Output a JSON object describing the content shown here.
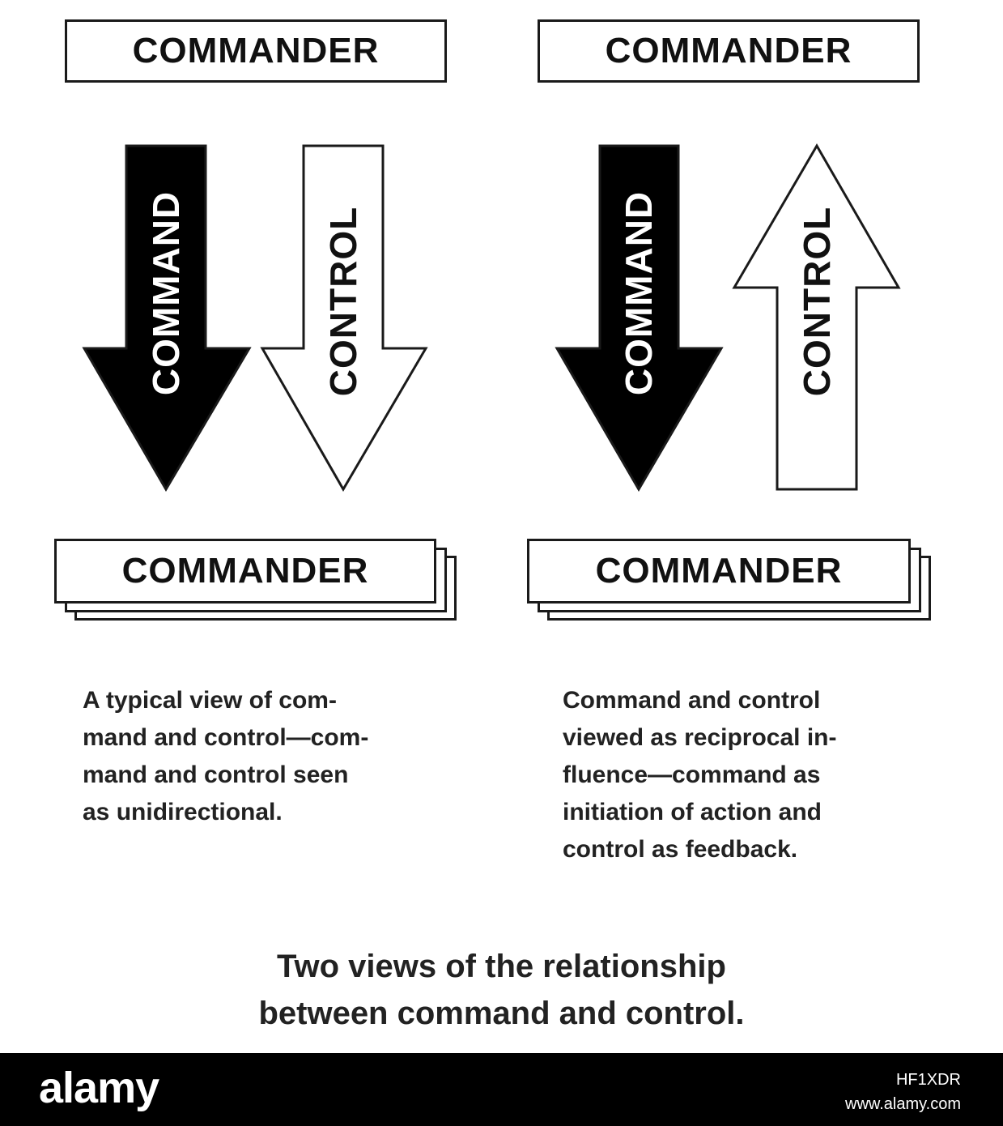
{
  "diagram": {
    "left": {
      "top_box": "COMMANDER",
      "command_arrow": "COMMAND",
      "control_arrow": "CONTROL",
      "bottom_box": "COMMANDER",
      "caption": [
        "A typical view of com-",
        "mand and control—com-",
        "mand and control seen",
        "as unidirectional."
      ]
    },
    "right": {
      "top_box": "COMMANDER",
      "command_arrow": "COMMAND",
      "control_arrow": "CONTROL",
      "bottom_box": "COMMANDER",
      "caption": [
        "Command and control",
        "viewed as reciprocal in-",
        "fluence—command as",
        "initiation of action and",
        "control as feedback."
      ]
    },
    "title": [
      "Two views of the relationship",
      "between command and control."
    ]
  },
  "footer": {
    "logo": "alamy",
    "image_id": "HF1XDR",
    "site": "www.alamy.com"
  },
  "colors": {
    "command_arrow_fill": "#000000",
    "control_arrow_fill": "#ffffff",
    "outline": "#1a1a1a",
    "footer_bg": "#000000"
  }
}
